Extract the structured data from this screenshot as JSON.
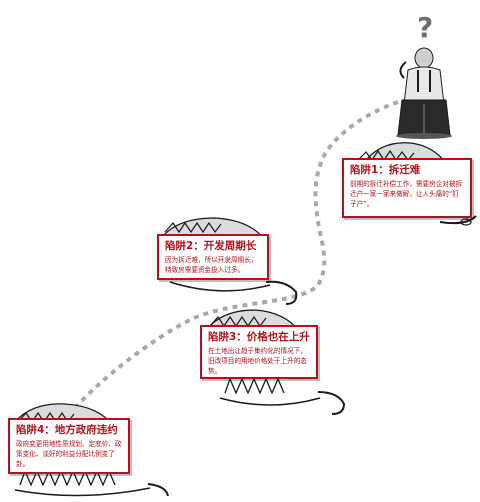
{
  "question_mark": "?",
  "traps": [
    {
      "title": "陷阱1：拆迁难",
      "body": "前期的拆迁补偿工作，需要房企对被拆迁户一家一家来做解，让人头痛的“钉子户”。"
    },
    {
      "title": "陷阱2：开发周期长",
      "body": "因为拆迁难，所以开发周期长，特致房需要资金投入过多。"
    },
    {
      "title": "陷阱3：价格也在上升",
      "body": "在土地出让趋于集约化的情况下，旧改项目的用地价格处于上升的态势。"
    },
    {
      "title": "陷阱4：地方政府违约",
      "body": "政府变更用地性质规划、定底价、政策变化、谈好的利益分配比例变了卦。"
    }
  ],
  "colors": {
    "accent": "#b3121c",
    "path": "#a9a9a9",
    "ink": "#1a1a1a"
  }
}
